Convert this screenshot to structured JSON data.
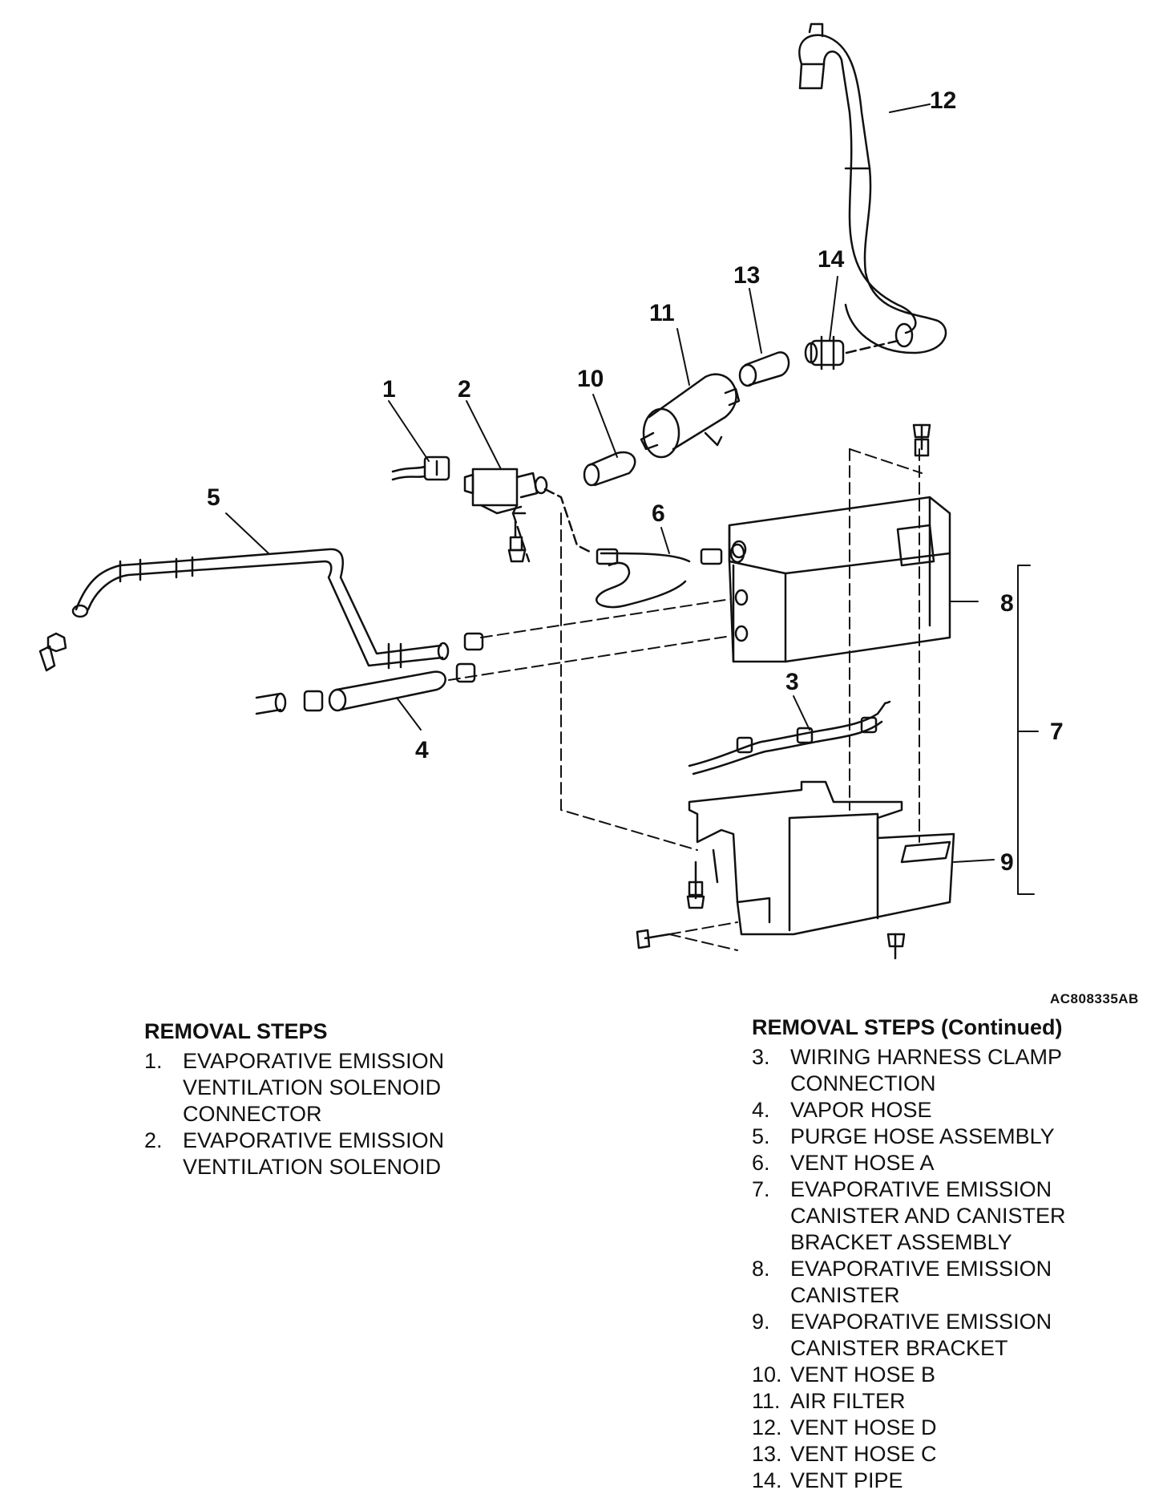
{
  "figure": {
    "reference": "AC808335AB",
    "callouts": [
      "1",
      "2",
      "3",
      "4",
      "5",
      "6",
      "7",
      "8",
      "9",
      "10",
      "11",
      "12",
      "13",
      "14"
    ]
  },
  "removal_steps": {
    "title": "REMOVAL STEPS",
    "items": [
      {
        "num": "1.",
        "text": "EVAPORATIVE EMISSION VENTILATION SOLENOID CONNECTOR"
      },
      {
        "num": "2.",
        "text": "EVAPORATIVE EMISSION VENTILATION SOLENOID"
      }
    ]
  },
  "removal_steps_continued": {
    "title": "REMOVAL STEPS (Continued)",
    "items": [
      {
        "num": "3.",
        "text": "WIRING HARNESS CLAMP CONNECTION"
      },
      {
        "num": "4.",
        "text": "VAPOR HOSE"
      },
      {
        "num": "5.",
        "text": "PURGE HOSE ASSEMBLY"
      },
      {
        "num": "6.",
        "text": "VENT HOSE A"
      },
      {
        "num": "7.",
        "text": "EVAPORATIVE EMISSION CANISTER AND CANISTER BRACKET ASSEMBLY"
      },
      {
        "num": "8.",
        "text": "EVAPORATIVE EMISSION CANISTER"
      },
      {
        "num": "9.",
        "text": "EVAPORATIVE EMISSION CANISTER BRACKET"
      },
      {
        "num": "10.",
        "text": "VENT HOSE B"
      },
      {
        "num": "11.",
        "text": "AIR FILTER"
      },
      {
        "num": "12.",
        "text": "VENT HOSE D"
      },
      {
        "num": "13.",
        "text": "VENT HOSE C"
      },
      {
        "num": "14.",
        "text": "VENT PIPE"
      }
    ]
  }
}
